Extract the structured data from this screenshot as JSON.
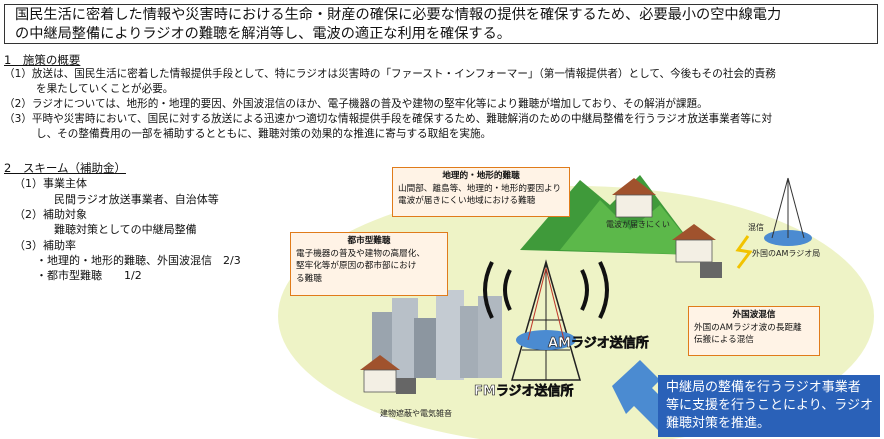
{
  "headline": {
    "line1": "国民生活に密着した情報や災害時における生命・財産の確保に必要な情報の提供を確保するため、必要最小の空中線電力",
    "line2": "の中継局整備によりラジオの難聴を解消等し、電波の適正な利用を確保する。"
  },
  "section1": {
    "title": "1　施策の概要",
    "items": [
      "（1）放送は、国民生活に密着した情報提供手段として、特にラジオは災害時の「ファースト・インフォーマー」（第一情報提供者）として、今後もその社会的責務",
      "を果たしていくことが必要。",
      "（2）ラジオについては、地形的・地理的要因、外国波混信のほか、電子機器の普及や建物の堅牢化等により難聴が増加しており、その解消が課題。",
      "（3）平時や災害時において、国民に対する放送による迅速かつ適切な情報提供手段を確保するため、難聴解消のための中継局整備を行うラジオ放送事業者等に対",
      "し、その整備費用の一部を補助するとともに、難聴対策の効果的な推進に寄与する取組を実施。"
    ]
  },
  "section2": {
    "title": "2　スキーム（補助金）",
    "lines": [
      "（1）事業主体",
      "民間ラジオ放送事業者、自治体等",
      "（2）補助対象",
      "難聴対策としての中継局整備",
      "（3）補助率",
      "・地理的・地形的難聴、外国波混信　2/3",
      "・都市型難聴　　1/2"
    ]
  },
  "diagram": {
    "geo": {
      "title": "地理的・地形的難聴",
      "l1": "山間部、離島等、地理的・地形的要因より",
      "l2": "電波が届きにくい地域における難聴"
    },
    "urban": {
      "title": "都市型難聴",
      "l1": "電子機器の普及や建物の高層化、",
      "l2": "堅牢化等が原因の都市部におけ",
      "l3": "る難聴"
    },
    "foreign": {
      "title": "外国波混信",
      "l1": "外国のAMラジオ波の長距離",
      "l2": "伝搬による混信"
    },
    "mountain_label": "電波が届きにくい",
    "interference_label": "混信",
    "foreign_station_label": "外国のAMラジオ局",
    "building_label": "建物遮蔽や電気雑音",
    "am_label": "AMラジオ送信所",
    "fm_label": "FMラジオ送信所",
    "conclusion": {
      "l1": "中継局の整備を行うラジオ事業者",
      "l2": "等に支援を行うことにより、ラジオ",
      "l3": "難聴対策を推進。"
    }
  },
  "colors": {
    "accent_orange": "#e07b1a",
    "conclusion_blue": "#2a61b8",
    "ellipse": "#eef3c6"
  }
}
